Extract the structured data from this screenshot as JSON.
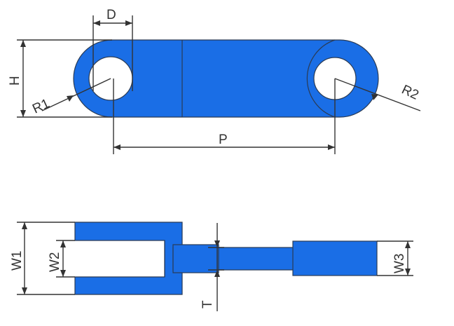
{
  "labels": {
    "D": "D",
    "H": "H",
    "R1": "R1",
    "R2": "R2",
    "P": "P",
    "W1": "W1",
    "W2": "W2",
    "W3": "W3",
    "T": "T"
  },
  "colors": {
    "part_fill": "#1a6ee6",
    "part_outline": "#2a3b55",
    "dimension_line": "#333333",
    "background": "#ffffff"
  }
}
